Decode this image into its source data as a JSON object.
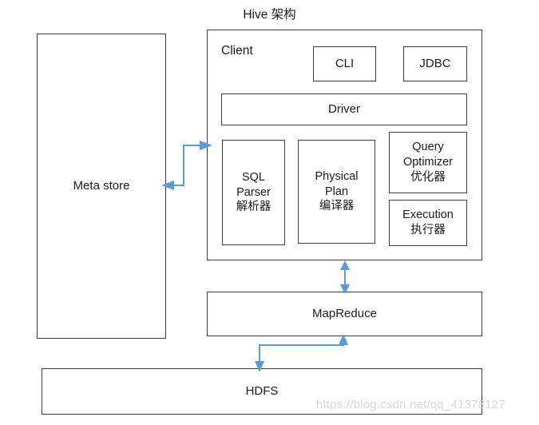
{
  "diagram": {
    "title": "Hive 架构",
    "accent_color": "#5b9bd5",
    "border_color": "#3b3b3b",
    "text_color": "#1a1a1a",
    "background": "#ffffff",
    "nodes": {
      "meta_store": "Meta store",
      "client": "Client",
      "cli": "CLI",
      "jdbc": "JDBC",
      "driver": "Driver",
      "sql_parser": "SQL\nParser\n解析器",
      "physical_plan": "Physical\nPlan\n编译器",
      "query_optimizer": "Query\nOptimizer\n优化器",
      "execution": "Execution\n执行器",
      "mapreduce": "MapReduce",
      "hdfs": "HDFS"
    },
    "connectors": [
      {
        "name": "meta-store-to-client",
        "from": "Meta store",
        "to": "Client",
        "style": "bidirectional-z"
      },
      {
        "name": "client-to-mapreduce",
        "from": "Client",
        "to": "MapReduce",
        "style": "bidirectional-vertical"
      },
      {
        "name": "mapreduce-to-hdfs",
        "from": "MapReduce",
        "to": "HDFS",
        "style": "bidirectional-n"
      }
    ]
  },
  "watermark": "https://blog.csdn.net/qq_41378127"
}
